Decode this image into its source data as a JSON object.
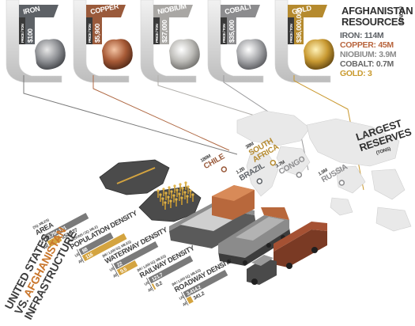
{
  "metals": [
    {
      "name": "IRON",
      "price_label": "PRICE / TON",
      "price": "$100",
      "color": "#5d6166",
      "text_color": "#ffffff"
    },
    {
      "name": "COPPER",
      "price_label": "PRICE / TON",
      "price": "$5,900",
      "color": "#9a5a3b",
      "text_color": "#ffffff"
    },
    {
      "name": "NIOBIUM",
      "price_label": "PRICE / TON",
      "price": "$27,000",
      "color": "#a9a7a4",
      "text_color": "#ffffff"
    },
    {
      "name": "COBALT",
      "price_label": "PRICE / TON",
      "price": "$35,000",
      "color": "#8c8c8e",
      "text_color": "#ffffff"
    },
    {
      "name": "GOLD",
      "price_label": "PRICE / TON",
      "price": "$36,000,000",
      "color": "#b58a2e",
      "text_color": "#ffffff"
    }
  ],
  "resources": {
    "title_line1": "AFGHANISTAN",
    "title_line2": "RESOURCES",
    "unit": "(TONS)",
    "items": [
      {
        "text": "IRON: 114M",
        "color": "#5d6166"
      },
      {
        "text": "COPPER: 45M",
        "color": "#b8643c"
      },
      {
        "text": "NIOBIUM: 3.9M",
        "color": "#8a8a8a"
      },
      {
        "text": "COBALT: 0.7M",
        "color": "#666666"
      },
      {
        "text": "GOLD: 3",
        "color": "#c99a2e"
      }
    ]
  },
  "reserves": {
    "title_line1": "LARGEST",
    "title_line2": "RESERVES",
    "unit": "(TONS)",
    "labels": [
      {
        "value": "180M",
        "place": "CHILE",
        "color": "#9a5a3b"
      },
      {
        "value": "1.2B",
        "place": "BRAZIL",
        "color": "#5d6166"
      },
      {
        "value": "38M",
        "place": "SOUTH AFRICA",
        "color": "#b58a2e"
      },
      {
        "value": "3.7M",
        "place": "CONGO",
        "color": "#8c8c8e"
      },
      {
        "value": "1.5M",
        "place": "RUSSIA",
        "color": "#8c8c8e"
      }
    ]
  },
  "infrastructure": {
    "title_line1": "UNITED STATES",
    "title_line2_prefix": "VS.",
    "title_line2_highlight": "AFGHANISTAN",
    "title_line3": "INFRASTRUCTURE",
    "us_label": "US",
    "af_label": "AF",
    "metrics": [
      {
        "unit": "(SQ. MILES)",
        "name": "AREA",
        "us": "3,794,101",
        "af": "251,827",
        "us_frac": 1.0,
        "af_frac": 0.28
      },
      {
        "unit": "(PERSONS / SQ. MILE)",
        "name": "POPULATION DENSITY",
        "us": "88",
        "af": "116",
        "us_frac": 0.76,
        "af_frac": 1.0
      },
      {
        "unit": "(MI / 1,000 SQ. MILES)",
        "name": "WATERWAY DENSITY",
        "us": "22",
        "af": "9.5",
        "us_frac": 1.0,
        "af_frac": 0.43
      },
      {
        "unit": "(MI / 1,000 SQ. MILES)",
        "name": "RAILWAY DENSITY",
        "us": "121.7",
        "af": "0.2",
        "us_frac": 1.0,
        "af_frac": 0.02
      },
      {
        "unit": "(MI / 1,000 SQ. MILES)",
        "name": "ROADWAY DENSITY",
        "us": "3,414.2",
        "af": "341.2",
        "us_frac": 1.0,
        "af_frac": 0.1
      }
    ]
  },
  "colors": {
    "bar_us": "#7a7a7a",
    "bar_af": "#d4a440",
    "ink": "#3d3d3d",
    "accent": "#c9762c"
  }
}
